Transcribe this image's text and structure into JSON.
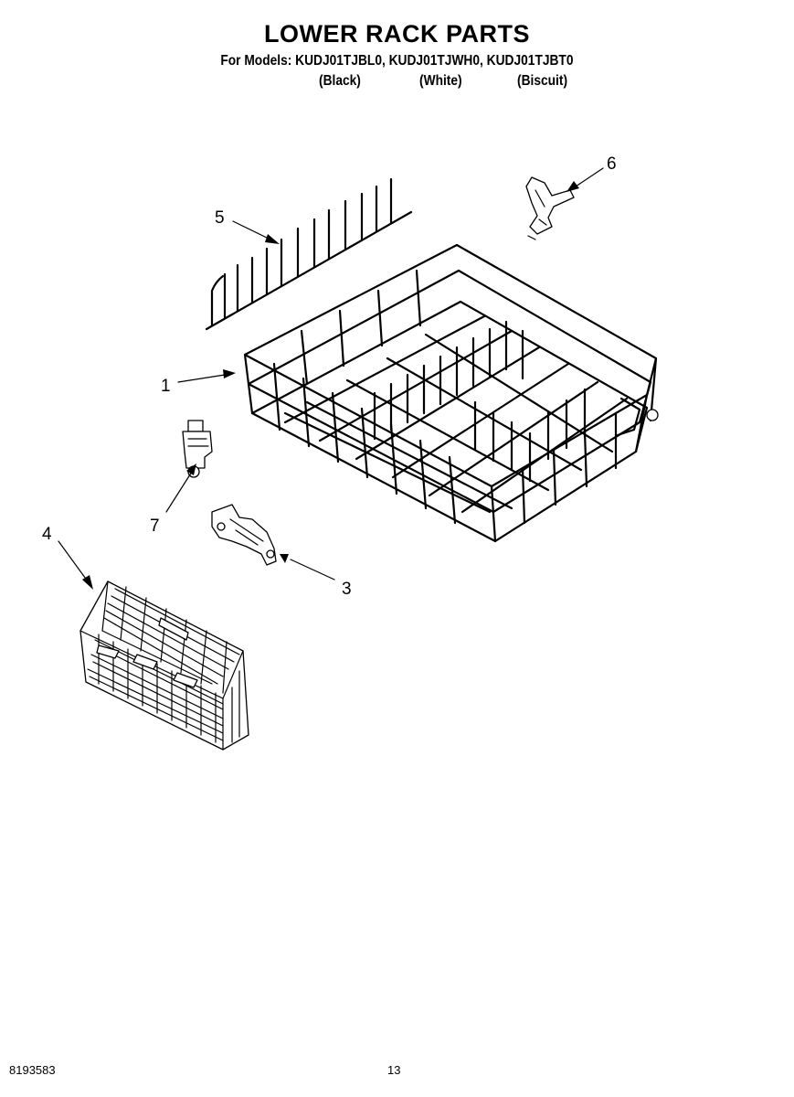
{
  "header": {
    "title": "LOWER RACK PARTS",
    "models_line": "For Models: KUDJ01TJBL0, KUDJ01TJWH0, KUDJ01TJBT0",
    "colors": [
      "(Black)",
      "(White)",
      "(Biscuit)"
    ]
  },
  "diagram": {
    "callouts": [
      {
        "id": "1",
        "part": "lower-rack"
      },
      {
        "id": "3",
        "part": "rack-roller-bracket"
      },
      {
        "id": "4",
        "part": "silverware-basket"
      },
      {
        "id": "5",
        "part": "tine-row"
      },
      {
        "id": "6",
        "part": "rack-clip"
      },
      {
        "id": "7",
        "part": "rack-wheel-clip"
      }
    ]
  },
  "footer": {
    "doc_number": "8193583",
    "page_number": "13"
  }
}
